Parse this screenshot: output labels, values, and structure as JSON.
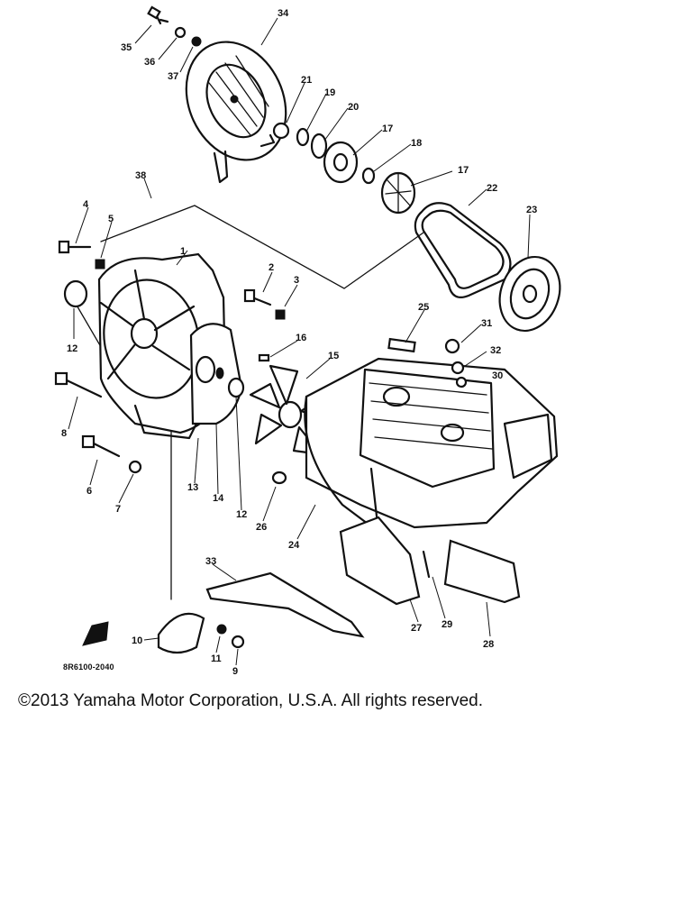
{
  "diagram": {
    "reference_code": "8R6100-2040",
    "copyright": "©2013 Yamaha Motor Corporation, U.S.A. All rights reserved.",
    "part_labels": [
      "1",
      "2",
      "3",
      "4",
      "5",
      "6",
      "7",
      "8",
      "9",
      "10",
      "11",
      "12",
      "12",
      "13",
      "14",
      "15",
      "16",
      "17",
      "17",
      "18",
      "19",
      "20",
      "21",
      "22",
      "23",
      "24",
      "25",
      "26",
      "27",
      "28",
      "29",
      "30",
      "31",
      "32",
      "33",
      "34",
      "35",
      "36",
      "37",
      "38"
    ]
  }
}
